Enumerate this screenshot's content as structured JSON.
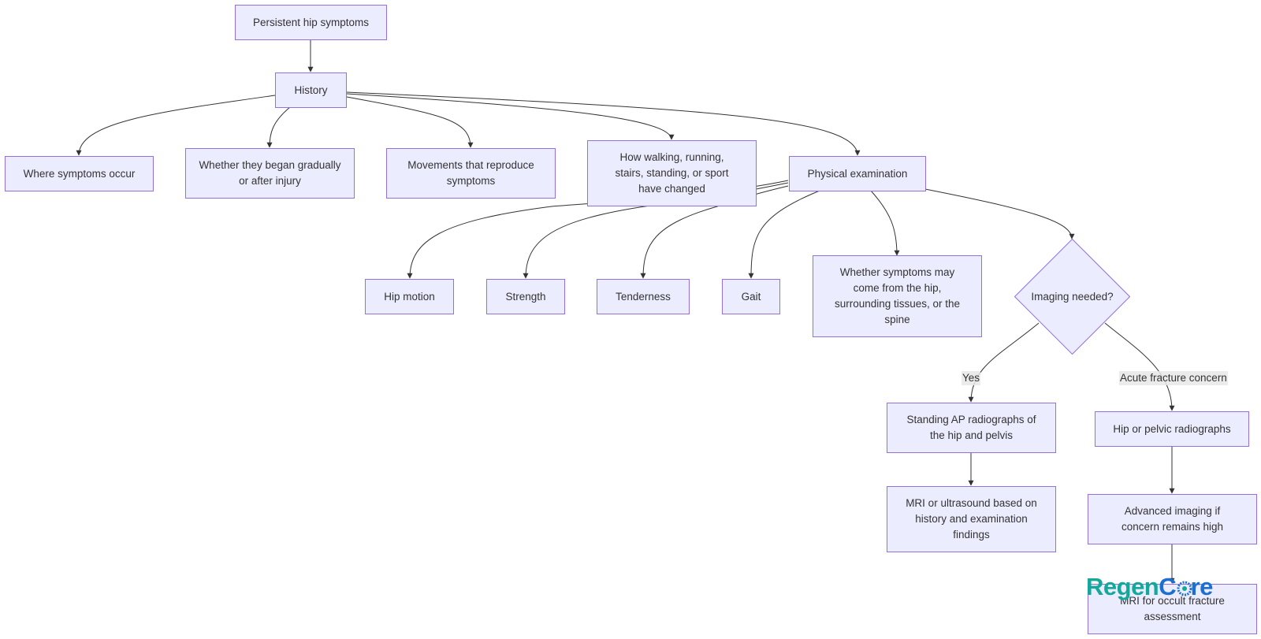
{
  "diagram": {
    "nodes": {
      "persistent": "Persistent hip symptoms",
      "history": "History",
      "where": "Where symptoms occur",
      "began": "Whether they began gradually or after injury",
      "movements": "Movements that reproduce symptoms",
      "walking": "How walking, running, stairs, standing, or sport have changed",
      "physical": "Physical examination",
      "hip_motion": "Hip motion",
      "strength": "Strength",
      "tenderness": "Tenderness",
      "gait": "Gait",
      "whether_from": "Whether symptoms may come from the hip, surrounding tissues, or the spine",
      "imaging": "Imaging needed?",
      "standing_ap": "Standing AP radiographs of the hip and pelvis",
      "mri_ultra": "MRI or ultrasound based on history and examination findings",
      "pelvic": "Hip or pelvic radiographs",
      "advanced": "Advanced imaging if concern remains high",
      "mri_occult": "MRI for occult fracture assessment"
    },
    "edge_labels": {
      "yes": "Yes",
      "acute": "Acute fracture concern"
    }
  },
  "logo": {
    "part1": "Regen",
    "part2": "C",
    "part3": "re"
  },
  "colors": {
    "node_fill": "#ECECFF",
    "node_stroke": "#9370DB",
    "edge": "#333333",
    "logo_green": "#12a89a",
    "logo_blue": "#1a6fd1"
  }
}
